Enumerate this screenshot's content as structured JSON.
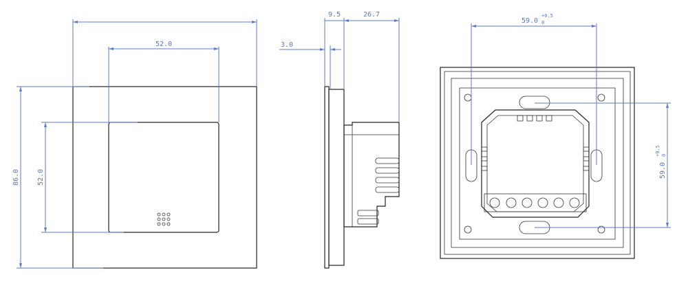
{
  "diagram": {
    "front_view": {
      "overall_height_label": "86.0",
      "button_width_label": "52.0",
      "button_height_label": "52.0"
    },
    "side_view": {
      "plate_gap_label": "9.5",
      "body_depth_label": "26.7",
      "plate_thickness_label": "3.0"
    },
    "back_view": {
      "hole_spacing_h_label": "59.0",
      "hole_spacing_h_tolerance": "+0.5",
      "hole_spacing_h_tolerance_low": "0",
      "hole_spacing_v_label": "59.0",
      "hole_spacing_v_tolerance": "+0.5",
      "hole_spacing_v_tolerance_low": "0"
    },
    "colors": {
      "dimension": "#5b79d0",
      "outline": "#222222"
    }
  }
}
